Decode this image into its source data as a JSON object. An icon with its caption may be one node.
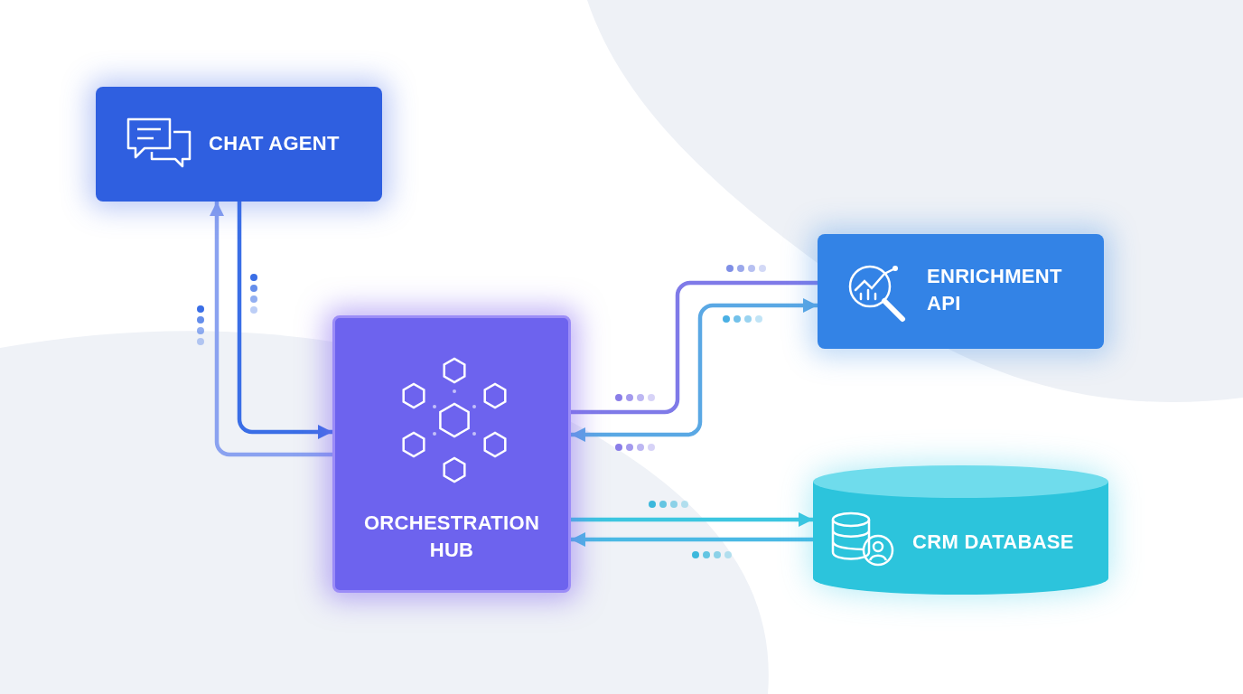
{
  "diagram": {
    "nodes": [
      {
        "text": [
          "CHAT AGENT"
        ]
      },
      {
        "text": [
          "ORCHESTRATION HUB"
        ]
      },
      {
        "text": [
          "ENRICHMENT API"
        ]
      },
      {
        "text": [
          "CRM DATABASE"
        ]
      }
    ],
    "edges": [
      {
        "from": 0,
        "to": 1,
        "arrow": "to"
      },
      {
        "from": 1,
        "to": 0,
        "arrow": "to"
      },
      {
        "from": 1,
        "to": 2,
        "arrow": "none"
      },
      {
        "from": 1,
        "to": 2,
        "arrow": "both"
      },
      {
        "from": 1,
        "to": 3,
        "arrow": "to"
      },
      {
        "from": 3,
        "to": 1,
        "arrow": "to"
      }
    ]
  }
}
